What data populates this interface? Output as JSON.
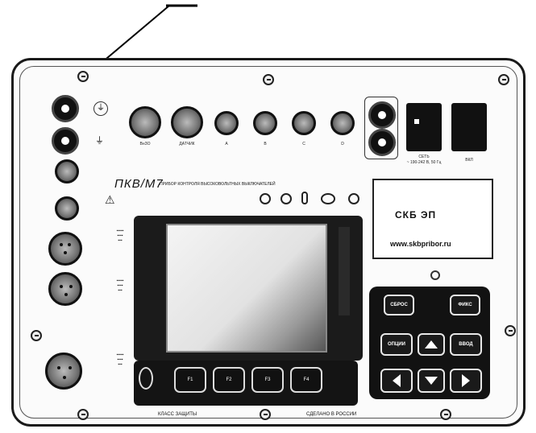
{
  "device": {
    "model": "ПКВ/М7",
    "subtitle": "ПРИБОР КОНТРОЛЯ ВЫСОКОВОЛЬТНЫХ ВЫКЛЮЧАТЕЛЕЙ",
    "brand": "СКБ ЭП",
    "website": "www.skbpribor.ru",
    "bottom_left": "КЛАСС ЗАЩИТЫ",
    "bottom_right": "СДЕЛАНО В РОССИИ"
  },
  "connectors": {
    "c1": "ВнЗО",
    "c2": "ДАТЧИК",
    "a": "A",
    "b": "B",
    "c": "C",
    "d": "D",
    "power_label": "СЕТЬ",
    "power_spec": "~ 190-242 В, 50 Гц",
    "fuse_label": "ВКЛ"
  },
  "keypad": {
    "reset": "СБРОС",
    "fix": "ФИКС",
    "options": "ОПЦИИ",
    "enter": "ВВОД"
  },
  "fkeys": [
    "F1",
    "F2",
    "F3",
    "F4"
  ]
}
